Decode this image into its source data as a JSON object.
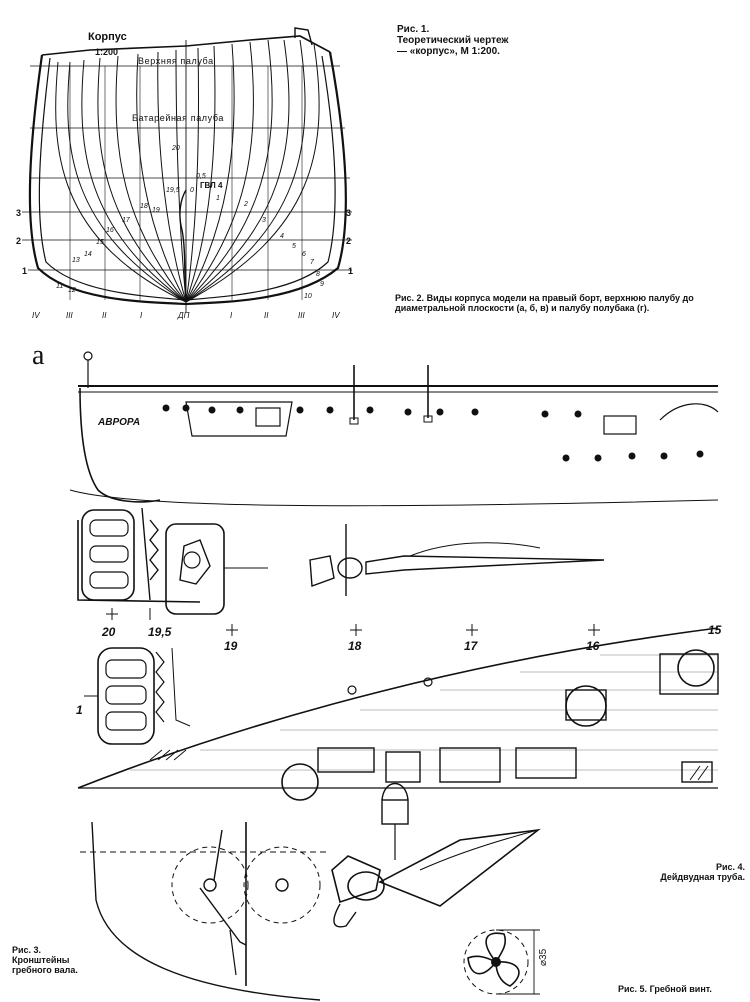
{
  "fig1": {
    "title": "Корпус",
    "scale": "1:200",
    "upper_deck": "Верхняя палуба",
    "battery_deck": "Батарейная палуба",
    "waterline": "ГВЛ 4",
    "frame_labels": [
      "20",
      "19,5",
      "19",
      "18",
      "17",
      "16",
      "15",
      "14",
      "13",
      "12",
      "11",
      "0",
      "0,5",
      "1",
      "2",
      "3",
      "4",
      "5",
      "6",
      "7",
      "8",
      "9",
      "10"
    ],
    "left_marks": [
      "3",
      "2",
      "1"
    ],
    "right_marks": [
      "3",
      "2",
      "1"
    ],
    "bottom_labels": [
      "IV",
      "III",
      "II",
      "I",
      "ДП",
      "I",
      "II",
      "III",
      "IV"
    ],
    "caption_num": "Рис. 1.",
    "caption": "Теоретический чертеж — «корпус», М 1:200."
  },
  "fig2": {
    "panel_label": "а",
    "ship_name": "АВРОРА",
    "frame_labels": [
      "20",
      "19,5",
      "19",
      "18",
      "17",
      "16",
      "15"
    ],
    "callout": "1",
    "caption_num": "Рис. 2.",
    "caption": "Виды корпуса модели на правый борт, верхнюю палубу до диаметральной плоскости (а, б, в) и палубу полубака (г)."
  },
  "fig3": {
    "caption_num": "Рис. 3.",
    "caption": "Кронштейны гребного вала."
  },
  "fig4": {
    "caption_num": "Рис. 4.",
    "caption": "Дейдвудная труба."
  },
  "fig5": {
    "caption_num": "Рис. 5.",
    "caption": "Гребной винт.",
    "dimension": "⌀35"
  }
}
